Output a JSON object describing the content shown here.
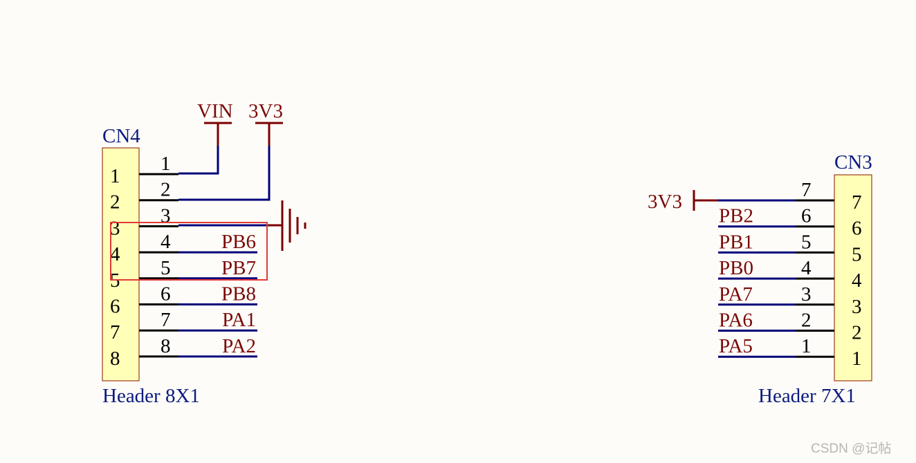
{
  "colors": {
    "background": "#fefcf8",
    "wire": "#00007a",
    "power": "#7a0000",
    "pin": "#000000",
    "body_fill": "#ffffb8",
    "body_stroke": "#9a3a1a",
    "highlight": "#e03a3a",
    "designator": "#0b1a80",
    "net_label": "#7a0a0a"
  },
  "cn4": {
    "designator": "CN4",
    "description": "Header 8X1",
    "pins": [
      {
        "num": "1",
        "body_label": "1",
        "net": ""
      },
      {
        "num": "2",
        "body_label": "2",
        "net": ""
      },
      {
        "num": "3",
        "body_label": "3",
        "net": ""
      },
      {
        "num": "4",
        "body_label": "4",
        "net": "PB6"
      },
      {
        "num": "5",
        "body_label": "5",
        "net": "PB7"
      },
      {
        "num": "6",
        "body_label": "6",
        "net": "PB8"
      },
      {
        "num": "7",
        "body_label": "7",
        "net": "PA1"
      },
      {
        "num": "8",
        "body_label": "8",
        "net": "PA2"
      }
    ]
  },
  "cn3": {
    "designator": "CN3",
    "description": "Header 7X1",
    "pins": [
      {
        "num": "7",
        "body_label": "7",
        "net": ""
      },
      {
        "num": "6",
        "body_label": "6",
        "net": "PB2"
      },
      {
        "num": "5",
        "body_label": "5",
        "net": "PB1"
      },
      {
        "num": "4",
        "body_label": "4",
        "net": "PB0"
      },
      {
        "num": "3",
        "body_label": "3",
        "net": "PA7"
      },
      {
        "num": "2",
        "body_label": "2",
        "net": "PA6"
      },
      {
        "num": "1",
        "body_label": "1",
        "net": "PA5"
      }
    ]
  },
  "power": {
    "vin": "VIN",
    "v33": "3V3",
    "cn3_v33": "3V3"
  },
  "watermark": "CSDN @记帖"
}
